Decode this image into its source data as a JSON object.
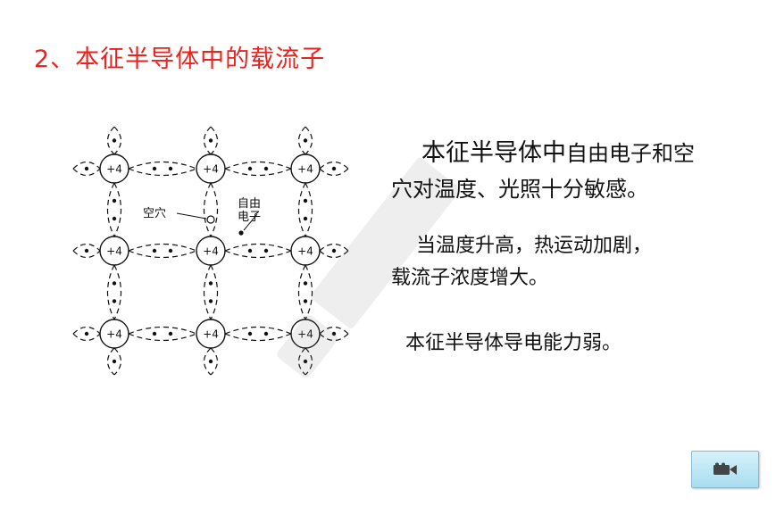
{
  "title": "2、本征半导体中的载流子",
  "lattice": {
    "atom_label": "+4",
    "hole_label": "空穴",
    "electron_label_line1": "自由",
    "electron_label_line2": "电子"
  },
  "paragraph1": {
    "line1_big": "本征半导体中",
    "line1_rest": "自由电子和空",
    "line2": "穴对温度、光照十分敏感。"
  },
  "paragraph2": {
    "line1": "当温度升高，热运动加剧，",
    "line2": "载流子浓度增大。"
  },
  "paragraph3": "本征半导体导电能力弱。",
  "nav_button": {
    "icon": "video-camera-icon"
  },
  "colors": {
    "title": "#e8231f",
    "button": "#bfe8f6"
  }
}
